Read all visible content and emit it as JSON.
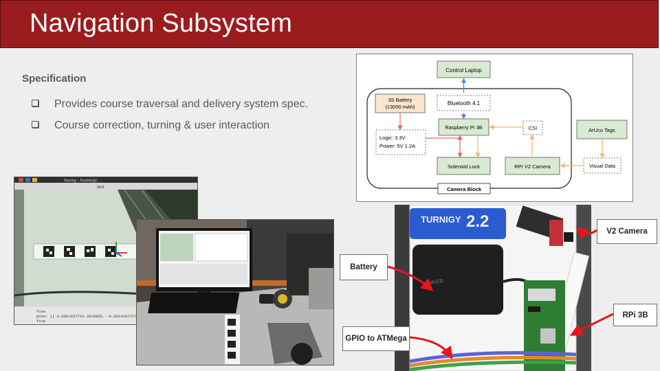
{
  "slide": {
    "title": "Navigation Subsystem",
    "spec_heading": "Specification",
    "bullets": [
      "Provides course traversal and delivery system spec.",
      "Course correction, turning & user interaction"
    ]
  },
  "diagram": {
    "blocks": {
      "control_laptop": "Control Laptop",
      "bluetooth": "Bluetooth 4.1",
      "battery_line1": "3S Battery",
      "battery_line2": "(13000 mAh)",
      "rpi": "Raspberry Pi 3B",
      "csi": "CSI",
      "aruco": "ArUco Tags",
      "logic_line1": "Logic: 3.3V",
      "logic_line2": "Power: 5V 1.2A",
      "solenoid": "Solenoid Lock",
      "camera": "RPI V2 Camera",
      "visual_data": "Visual Data",
      "camera_block": "Camera Block"
    },
    "colors": {
      "green_block": "#d9ead3",
      "orange_block": "#fce5cd",
      "bluetooth_arrow": "#4a86e8",
      "power_arrow": "#e06666",
      "data_arrow": "#f6b26b"
    }
  },
  "photos": {
    "left_screen": {
      "window_title": "test",
      "terminal_tab": "thonny - /home/pi/...",
      "terminal_line1": "fine",
      "terminal_line2": "pose: [[ 0.0061937715.2919955, -0.0514187727",
      "terminal_line3": "fine"
    },
    "right_labels": {
      "camera": "V2 Camera",
      "battery": "Battery",
      "rpi": "RPi 3B",
      "gpio": "GPIO to ATMega",
      "battery_brand": "ANKER",
      "pack_brand": "TURNIGY",
      "pack_number": "2.2"
    },
    "callout_color": "#e8151b"
  }
}
